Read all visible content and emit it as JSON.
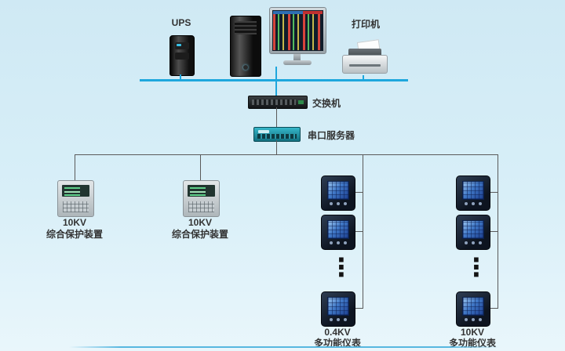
{
  "colors": {
    "background": "#d7eef7",
    "bus_line": "#1ea7dd",
    "wire_line": "#5a5a5a",
    "label_text": "#333333",
    "serial_server_teal": "#1f8fa0",
    "meter_lcd_blue": "#3f77c6"
  },
  "labels": {
    "ups": "UPS",
    "printer": "打印机",
    "switch": "交换机",
    "serial_server": "串口服务器"
  },
  "protection_devices": [
    {
      "voltage": "10KV",
      "name": "综合保护装置"
    },
    {
      "voltage": "10KV",
      "name": "综合保护装置"
    }
  ],
  "meter_columns": [
    {
      "voltage": "0.4KV",
      "name": "多功能仪表"
    },
    {
      "voltage": "10KV",
      "name": "多功能仪表"
    }
  ],
  "ellipsis": "⋮"
}
